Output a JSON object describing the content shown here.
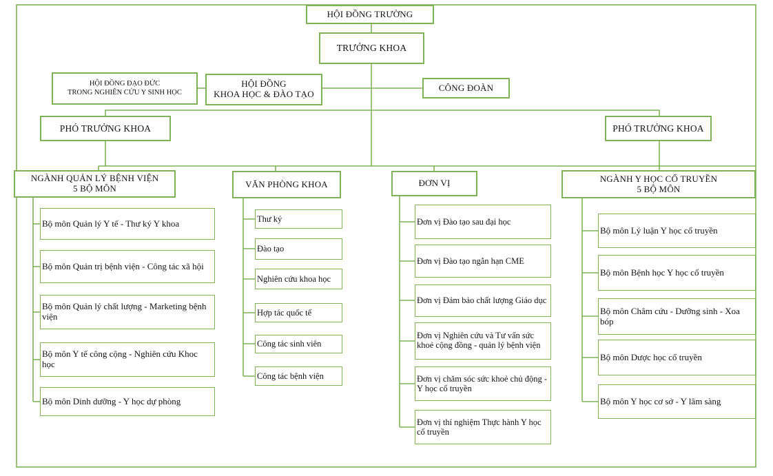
{
  "org_chart": {
    "root": {
      "label": "HỘI ĐỒNG TRƯỜNG"
    },
    "dean": {
      "label": "TRƯỞNG KHOA"
    },
    "ethics_board": {
      "label": "HỘI ĐỒNG ĐẠO ĐỨC\nTRONG NGHIÊN CỨU Y SINH HỌC"
    },
    "science_council": {
      "label": "HỘI ĐỒNG\nKHOA HỌC & ĐÀO TẠO"
    },
    "union": {
      "label": "CÔNG ĐOÀN"
    },
    "vice_dean_left": {
      "label": "PHÓ TRƯỞNG KHOA"
    },
    "vice_dean_right": {
      "label": "PHÓ TRƯỞNG KHOA"
    },
    "columns": [
      {
        "header": "NGÀNH QUẢN LÝ BỆNH VIỆN\n5 BỘ MÔN",
        "items": [
          "Bộ môn Quản lý Y tế - Thư ký Y khoa",
          "Bộ môn Quản trị bệnh viện - Công tác xã hội",
          "Bộ môn Quản lý chất lượng - Marketing bệnh viện",
          "Bộ môn Y tế công cộng - Nghiên cứu Khoc học",
          "Bộ  môn Dinh dưỡng - Y học dự phòng"
        ]
      },
      {
        "header": "VĂN PHÒNG KHOA",
        "items": [
          "Thư ký",
          "Đào tạo",
          "Nghiên cứu khoa học",
          "Hợp tác quốc tế",
          "Công tác sinh viên",
          "Công tác bệnh viện"
        ]
      },
      {
        "header": "ĐƠN VỊ",
        "items": [
          "Đơn vị Đào tạo sau đại học",
          "Đơn vị Đào tạo ngắn hạn CME",
          "Đơn vị Đảm bảo chất lượng Giáo dục",
          "Đơn vị Nghiên cứu và Tư vấn sức khoẻ cộng đồng - quản lý bệnh viện",
          "Đơn vị chăm sóc sức khoẻ chủ động - Y học cổ truyền",
          "Đơn vị thí nghiệm Thực hành Y học cổ truyền"
        ]
      },
      {
        "header": "NGÀNH Y HỌC CỔ TRUYỀN\n5 BỘ MÔN",
        "items": [
          "Bộ môn Lý luận Y học cổ truyền",
          "Bộ môn Bệnh học Y học cổ truyền",
          "Bộ môn Châm cứu - Dưỡng sinh - Xoa bóp",
          "Bộ môn Dược học cổ truyền",
          "Bộ môn Y học cơ sở - Y lâm sàng"
        ]
      }
    ]
  },
  "colors": {
    "line_green": "#7fb257",
    "text": "#141414",
    "background": "#ffffff"
  }
}
